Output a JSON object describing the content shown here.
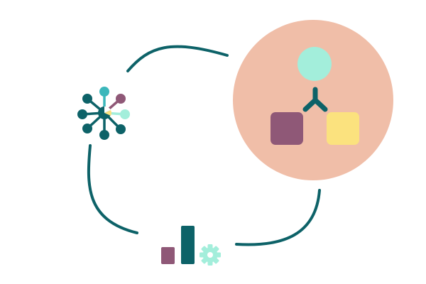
{
  "diagram": {
    "nodes": [
      {
        "name": "network-hub",
        "icon": "network-hub-icon"
      },
      {
        "name": "hierarchy",
        "icon": "hierarchy-icon"
      },
      {
        "name": "analytics",
        "icon": "bar-chart-gear-icon"
      }
    ],
    "connectors": [
      "network-to-hierarchy",
      "hierarchy-to-analytics",
      "analytics-to-network"
    ]
  },
  "colors": {
    "line": "#0d6268",
    "teal_dark": "#0d6268",
    "teal_mid": "#3bb7bb",
    "mint": "#a3eedb",
    "plum": "#8f5877",
    "yellow": "#fbe27e",
    "salmon": "#f0bea8"
  }
}
